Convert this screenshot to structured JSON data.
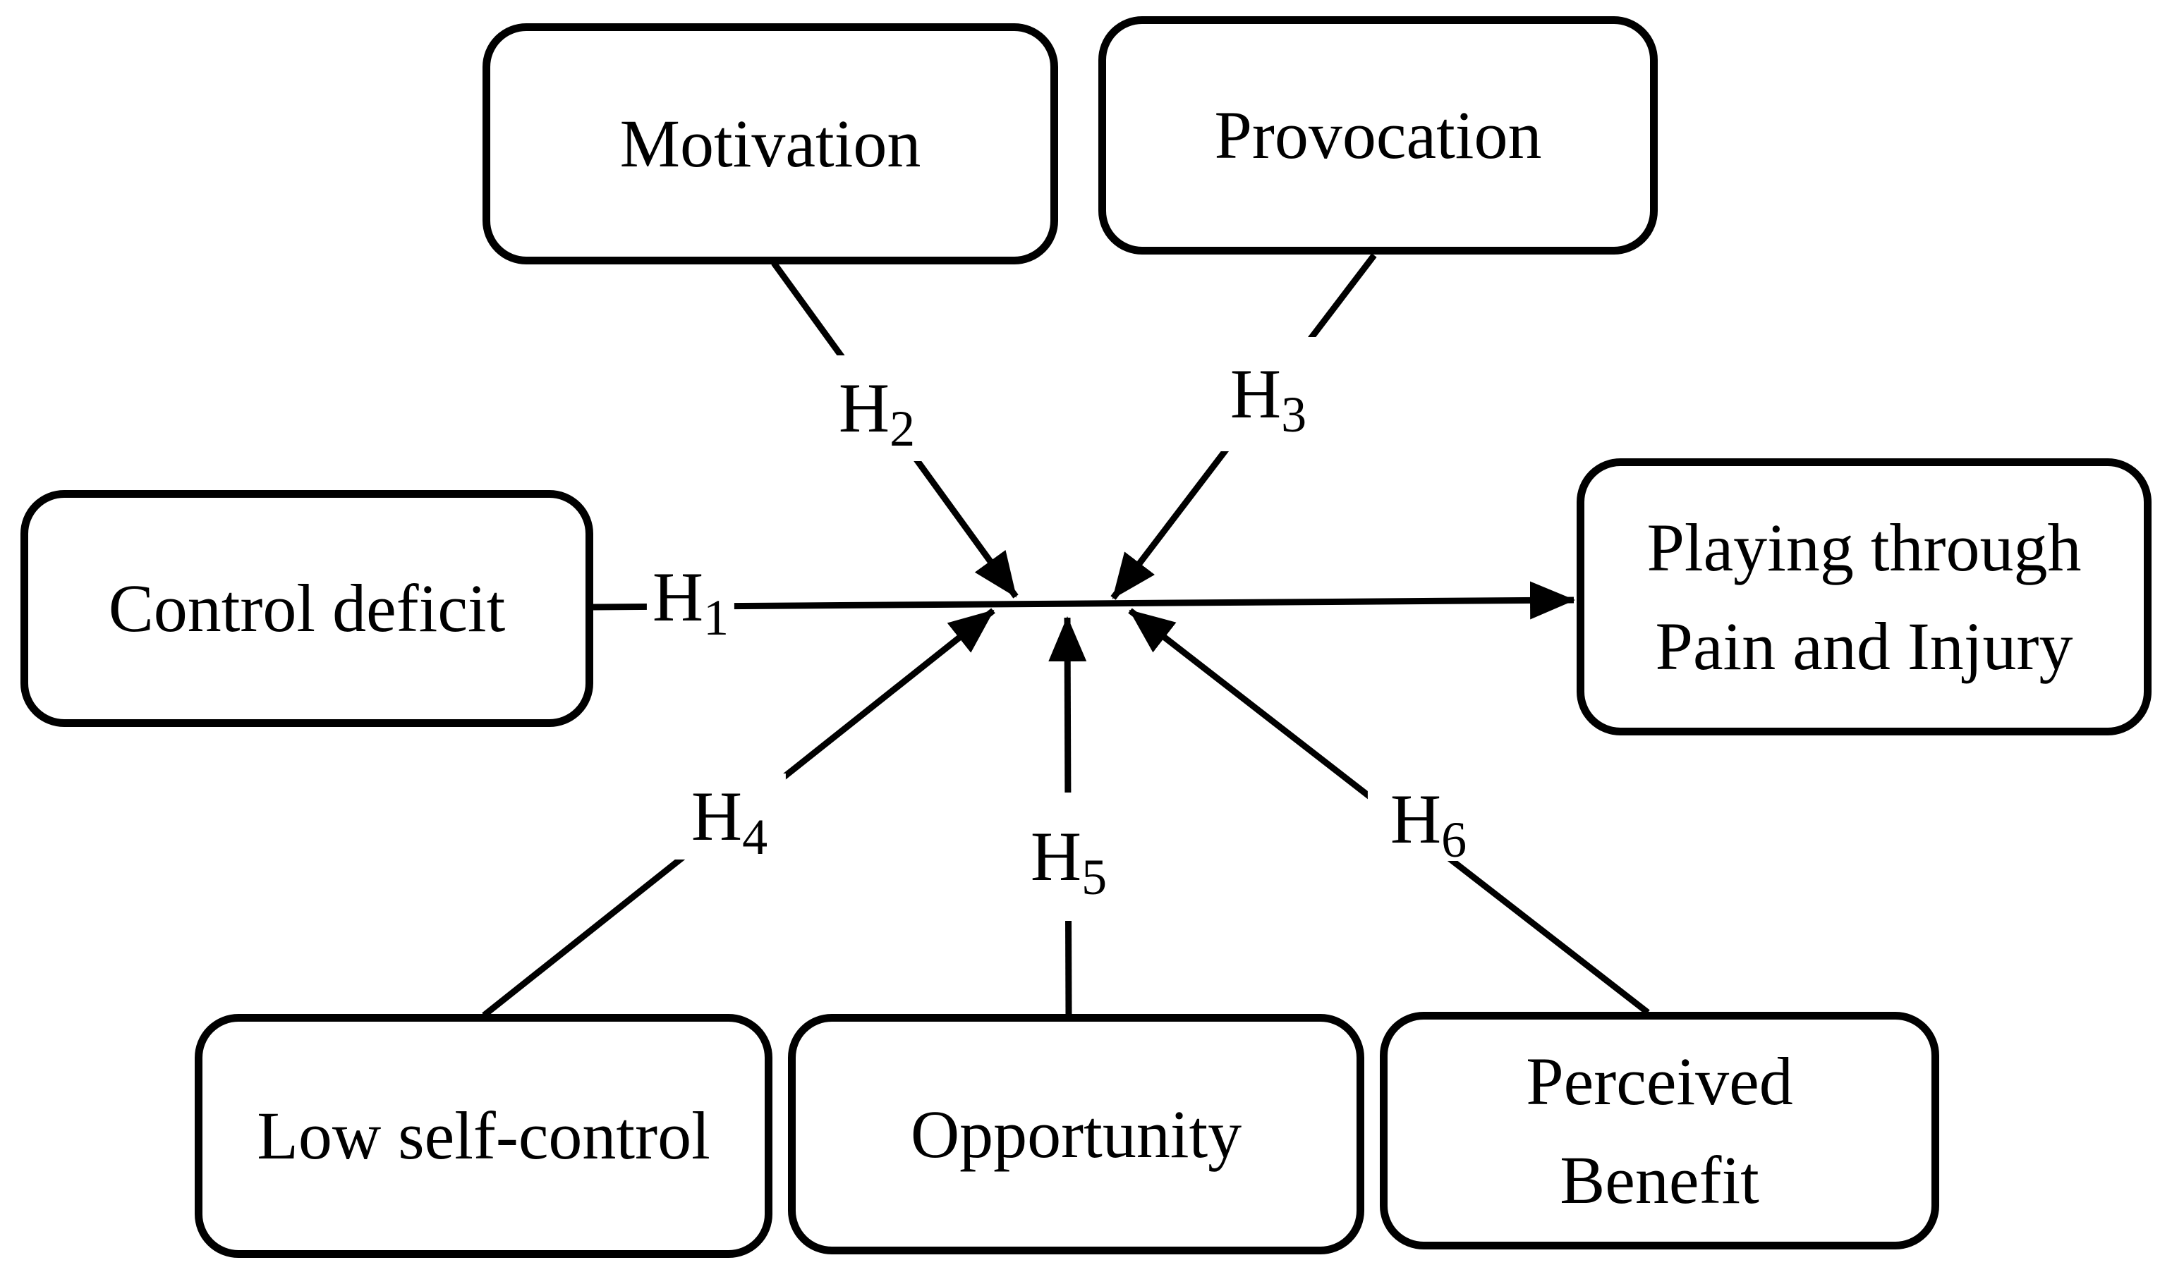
{
  "figure": {
    "type": "hypothesis-path-diagram",
    "background_color": "#ffffff",
    "stroke_color": "#000000",
    "nodes": {
      "motivation": {
        "lines": [
          "Motivation"
        ]
      },
      "provocation": {
        "lines": [
          "Provocation"
        ]
      },
      "control_deficit": {
        "lines": [
          "Control deficit"
        ]
      },
      "playing_through": {
        "lines": [
          "Playing through",
          "Pain and Injury"
        ]
      },
      "low_self_control": {
        "lines": [
          "Low self-control"
        ]
      },
      "opportunity": {
        "lines": [
          "Opportunity"
        ]
      },
      "perceived_benefit": {
        "lines": [
          "Perceived",
          "Benefit"
        ]
      }
    },
    "hypothesis_labels": {
      "h1": {
        "base": "H",
        "sub": "1"
      },
      "h2": {
        "base": "H",
        "sub": "2"
      },
      "h3": {
        "base": "H",
        "sub": "3"
      },
      "h4": {
        "base": "H",
        "sub": "4"
      },
      "h5": {
        "base": "H",
        "sub": "5"
      },
      "h6": {
        "base": "H",
        "sub": "6"
      }
    },
    "edges": [
      {
        "label": "H1",
        "from": "control_deficit",
        "to": "playing_through"
      },
      {
        "label": "H2",
        "from": "motivation",
        "to": "h1-path-midpoint"
      },
      {
        "label": "H3",
        "from": "provocation",
        "to": "h1-path-midpoint"
      },
      {
        "label": "H4",
        "from": "low_self_control",
        "to": "h1-path-midpoint"
      },
      {
        "label": "H5",
        "from": "opportunity",
        "to": "h1-path-midpoint"
      },
      {
        "label": "H6",
        "from": "perceived_benefit",
        "to": "h1-path-midpoint"
      }
    ]
  }
}
